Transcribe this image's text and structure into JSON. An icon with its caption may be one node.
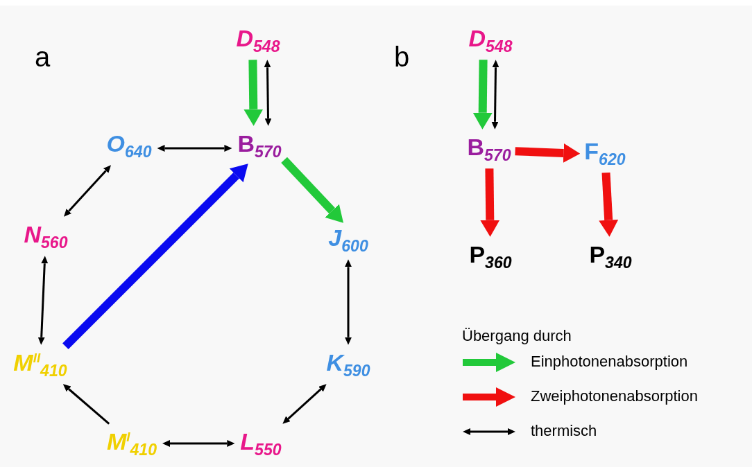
{
  "diagram": {
    "nodes": [
      {
        "text": [
          "D$_{548}$"
        ]
      },
      {
        "text": [
          "B$_{570}$"
        ]
      },
      {
        "text": [
          "O$_{640}$"
        ]
      },
      {
        "text": [
          "N$_{560}$"
        ]
      },
      {
        "text": [
          "M$^{II}$$_{410}$"
        ]
      },
      {
        "text": [
          "M$^{I}$$_{410}$"
        ]
      },
      {
        "text": [
          "L$_{550}$"
        ]
      },
      {
        "text": [
          "K$_{590}$"
        ]
      },
      {
        "text": [
          "J$_{600}$"
        ]
      },
      {
        "text": [
          "D$_{548}$"
        ]
      },
      {
        "text": [
          "B$_{570}$"
        ]
      },
      {
        "text": [
          "F$_{620}$"
        ]
      },
      {
        "text": [
          "P$_{360}$"
        ]
      },
      {
        "text": [
          "P$_{340}$"
        ]
      }
    ],
    "edges": [
      {
        "from": 0,
        "to": 1,
        "arrow": "to",
        "style": "thick",
        "color": "#22c93a"
      },
      {
        "from": 0,
        "to": 1,
        "arrow": "both"
      },
      {
        "from": 2,
        "to": 1,
        "arrow": "both"
      },
      {
        "from": 1,
        "to": 8,
        "arrow": "to",
        "style": "thick",
        "color": "#22c93a"
      },
      {
        "from": 2,
        "to": 3,
        "arrow": "both"
      },
      {
        "from": 3,
        "to": 4,
        "arrow": "both"
      },
      {
        "from": 4,
        "to": 1,
        "arrow": "to",
        "style": "thick",
        "color": "#0a0af0"
      },
      {
        "from": 5,
        "to": 4,
        "arrow": "to"
      },
      {
        "from": 5,
        "to": 6,
        "arrow": "both"
      },
      {
        "from": 6,
        "to": 7,
        "arrow": "both"
      },
      {
        "from": 7,
        "to": 8,
        "arrow": "both"
      },
      {
        "from": 9,
        "to": 10,
        "arrow": "to",
        "style": "thick",
        "color": "#22c93a"
      },
      {
        "from": 9,
        "to": 10,
        "arrow": "both"
      },
      {
        "from": 10,
        "to": 11,
        "arrow": "to",
        "style": "thick",
        "color": "#f01010"
      },
      {
        "from": 10,
        "to": 12,
        "arrow": "to",
        "style": "thick",
        "color": "#f01010"
      },
      {
        "from": 11,
        "to": 13,
        "arrow": "to",
        "style": "thick",
        "color": "#f01010"
      }
    ],
    "labels": [
      "a",
      "b",
      "Übergang durch"
    ],
    "legend": [
      {
        "text": "Einphotonenabsorption"
      },
      {
        "text": "Zweiphotonenabsorption"
      },
      {
        "text": "thermisch"
      }
    ]
  }
}
